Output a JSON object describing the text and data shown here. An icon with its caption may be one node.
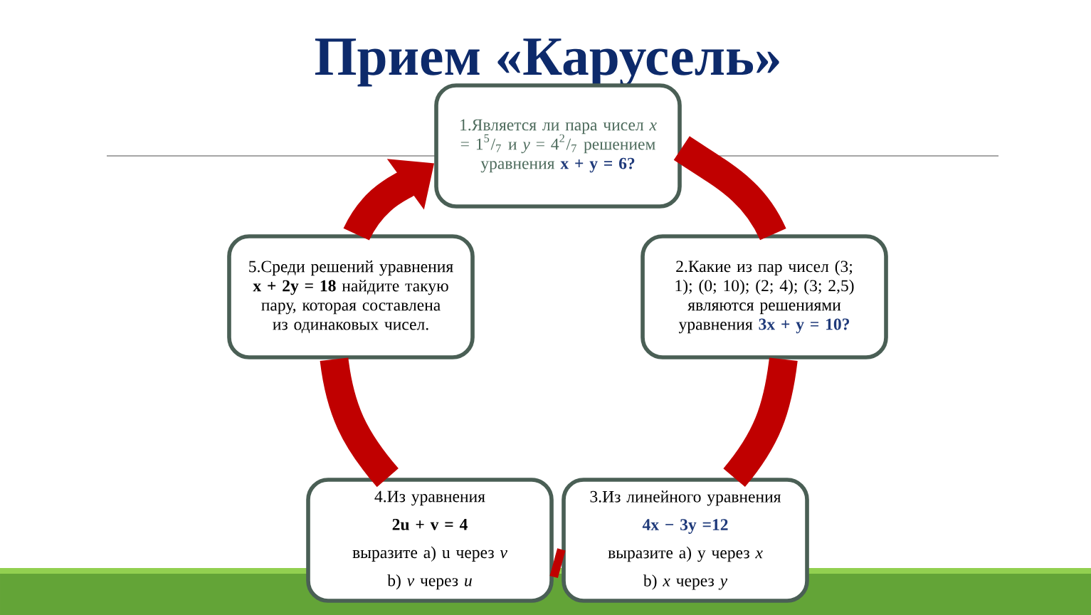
{
  "diagram": {
    "title": "Прием «Карусель»",
    "nodes": [
      {
        "text": [
          "1.Является ли пара чисел *x* = 1$^{5}$/$_{7}$ и *y* = 4$^{2}$/$_{7}$ решением уравнения",
          "x + y = 6?"
        ]
      },
      {
        "text": [
          "2.Какие из пар чисел (3; 1); (0; 10); (2; 4); (3; 2,5) являются решениями уравнения",
          "3x + y = 10?"
        ]
      },
      {
        "text": [
          "3.Из линейного уравнения",
          "4x − 3y =12",
          "выразите а) у через *x*",
          "b)  *x* через *y*"
        ]
      },
      {
        "text": [
          "4.Из уравнения",
          "2u + v = 4",
          "выразите а) u через *v*",
          "b)  *v* через *u*"
        ]
      },
      {
        "text": [
          "5.Среди решений уравнения",
          "x + 2y = 18",
          "найдите такую пару, которая составлена из одинаковых чисел."
        ]
      }
    ],
    "edges": [
      {
        "from": 0,
        "to": 1,
        "arrow": "none"
      },
      {
        "from": 1,
        "to": 2,
        "arrow": "none"
      },
      {
        "from": 2,
        "to": 3,
        "arrow": "none"
      },
      {
        "from": 3,
        "to": 4,
        "arrow": "none"
      },
      {
        "from": 4,
        "to": 0,
        "arrow": "to"
      }
    ]
  }
}
